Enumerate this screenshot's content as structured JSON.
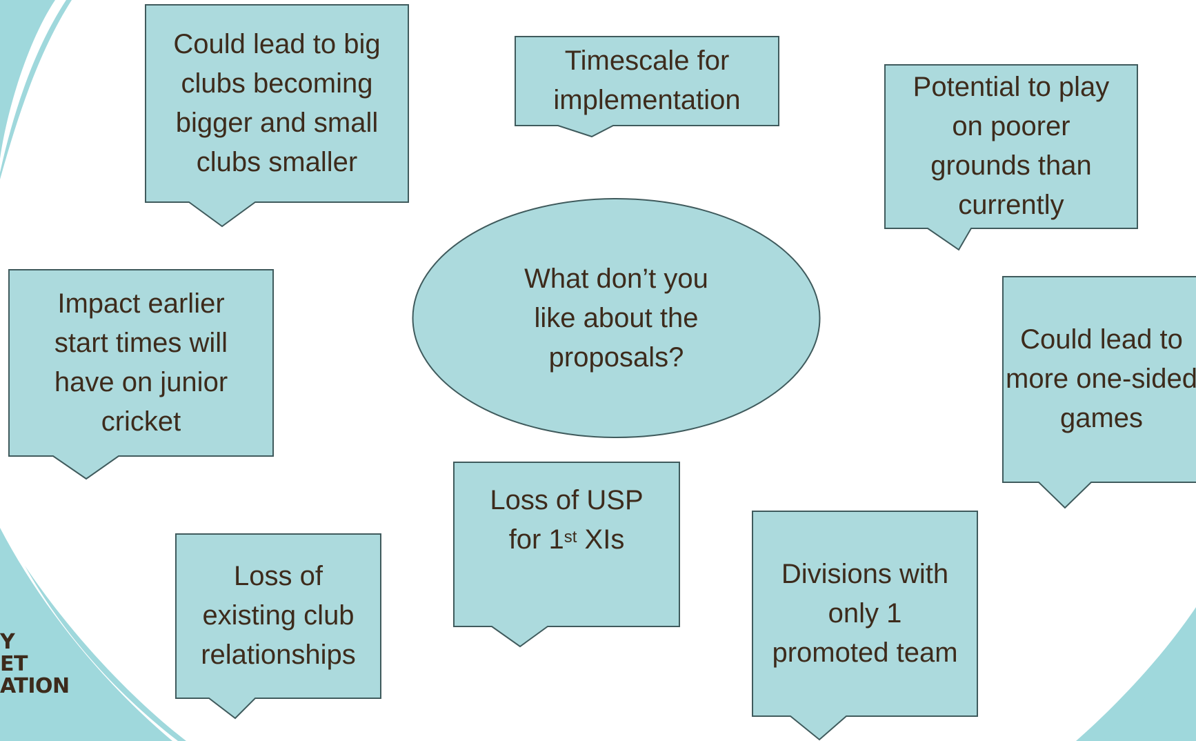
{
  "center": {
    "text": "What don’t you like about the proposals?"
  },
  "callouts": {
    "big_clubs": "Could lead to big clubs becoming bigger and small clubs smaller",
    "timescale": "Timescale for implementation",
    "poorer_grounds": "Potential to play on poorer grounds than currently",
    "junior_cricket": "Impact earlier start times will have on junior cricket",
    "one_sided": "Could lead to more one-sided games",
    "usp_prefix": "Loss of USP for 1",
    "usp_sup": "st",
    "usp_suffix": " XIs",
    "relationships": "Loss of existing club relationships",
    "promoted": "Divisions with only 1 promoted team"
  },
  "logo": {
    "line1": "Y",
    "line2": "ET",
    "line3": "ATION"
  },
  "colors": {
    "fill": "#acdadd",
    "stroke": "#3f5a5c",
    "text": "#3d2b1c",
    "swoosh": "#9fd8dc"
  }
}
